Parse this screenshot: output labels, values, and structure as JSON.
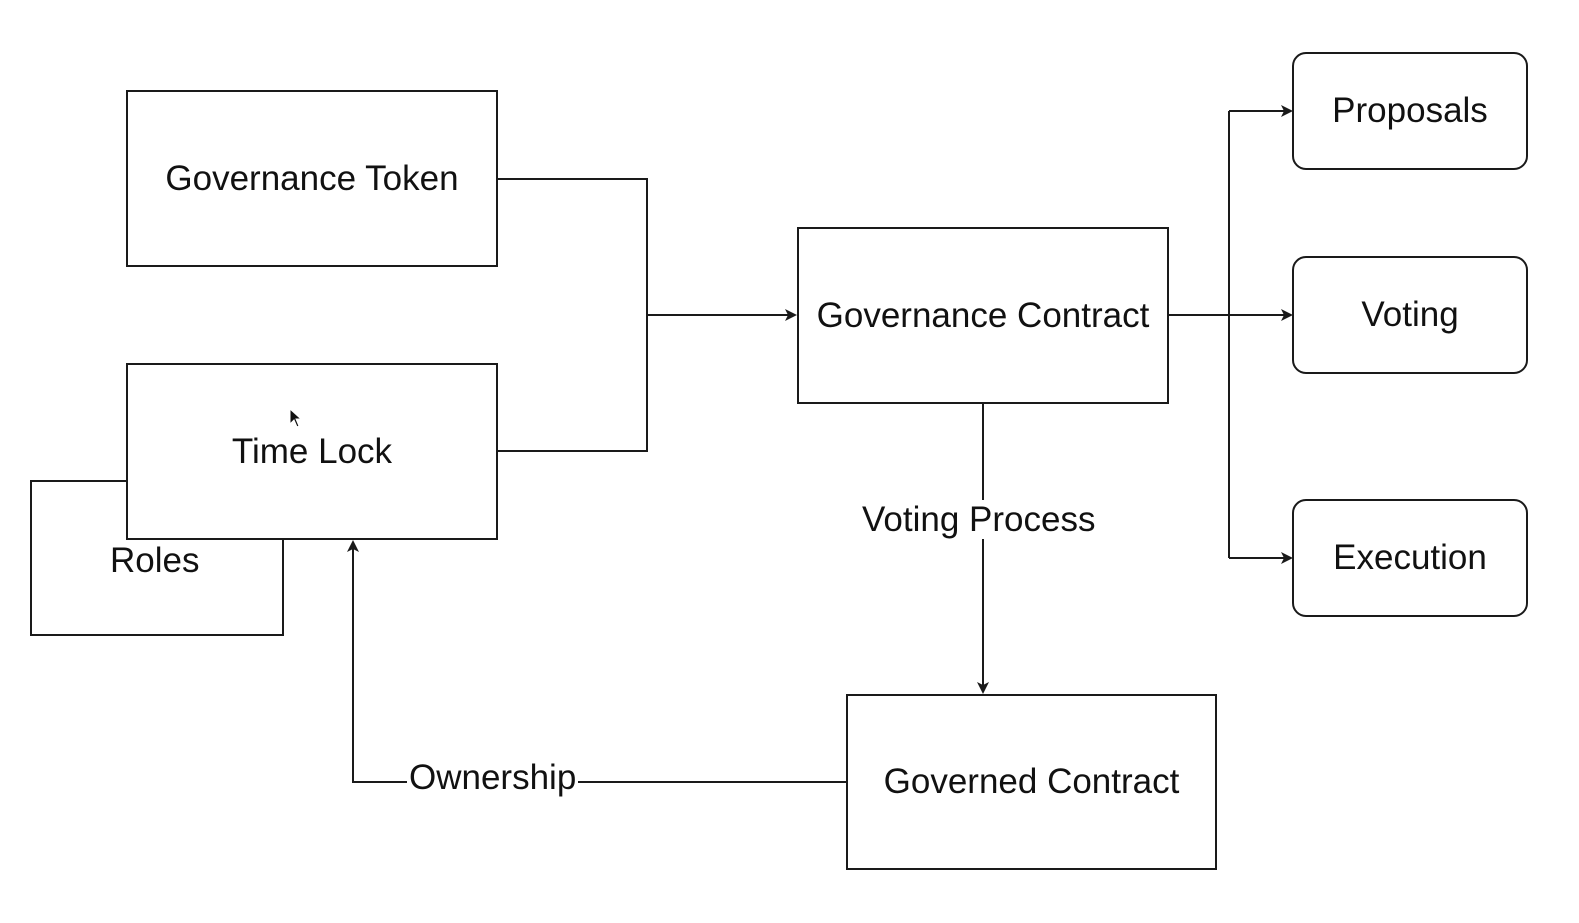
{
  "nodes": {
    "governance_token": "Governance Token",
    "time_lock": "Time Lock",
    "roles": "Roles",
    "governance_contract": "Governance Contract",
    "proposals": "Proposals",
    "voting": "Voting",
    "execution": "Execution",
    "governed_contract": "Governed Contract"
  },
  "edges": {
    "voting_process": "Voting Process",
    "ownership": "Ownership"
  },
  "colors": {
    "line": "#1a1a1a",
    "background": "#ffffff",
    "text": "#111111"
  },
  "icons": {
    "pointer": "mouse-pointer-icon"
  }
}
